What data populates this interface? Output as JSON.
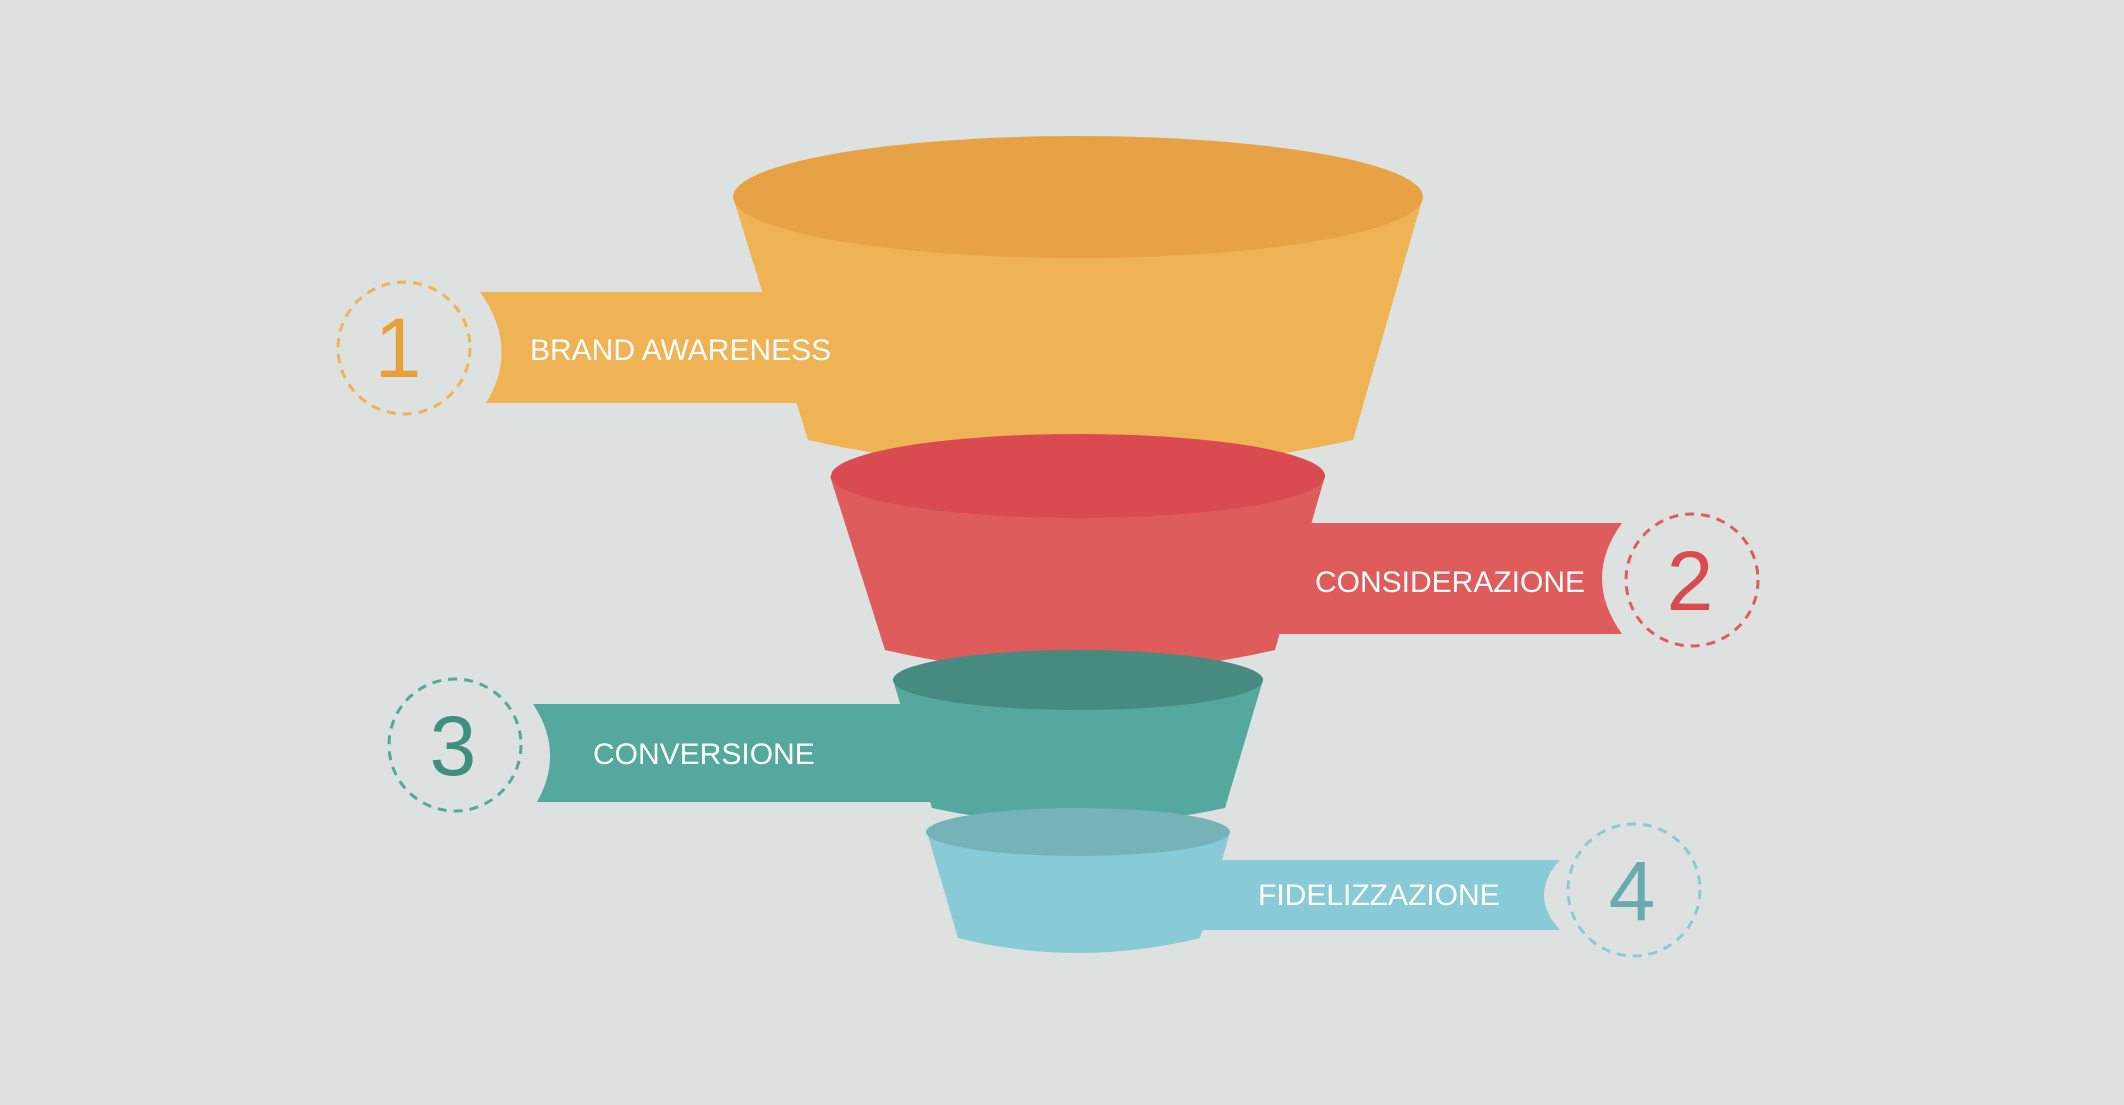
{
  "background": "#dde2e0",
  "stages": [
    {
      "number": "1",
      "label": "BRAND AWARENESS",
      "colors": {
        "top": "#e8a246",
        "body": "#efb254",
        "number": "#e8a03c",
        "ring": "#efb254"
      }
    },
    {
      "number": "2",
      "label": "CONSIDERAZIONE",
      "colors": {
        "top": "#d94b50",
        "body": "#de5d5c",
        "number": "#d94b50",
        "ring": "#de5d5c"
      }
    },
    {
      "number": "3",
      "label": "CONVERSIONE",
      "colors": {
        "top": "#478a80",
        "body": "#55a89d",
        "number": "#3f8f80",
        "ring": "#55a89d"
      }
    },
    {
      "number": "4",
      "label": "FIDELIZZAZIONE",
      "colors": {
        "top": "#76b3b8",
        "body": "#88cad6",
        "number": "#6aaab0",
        "ring": "#88cad6"
      }
    }
  ]
}
